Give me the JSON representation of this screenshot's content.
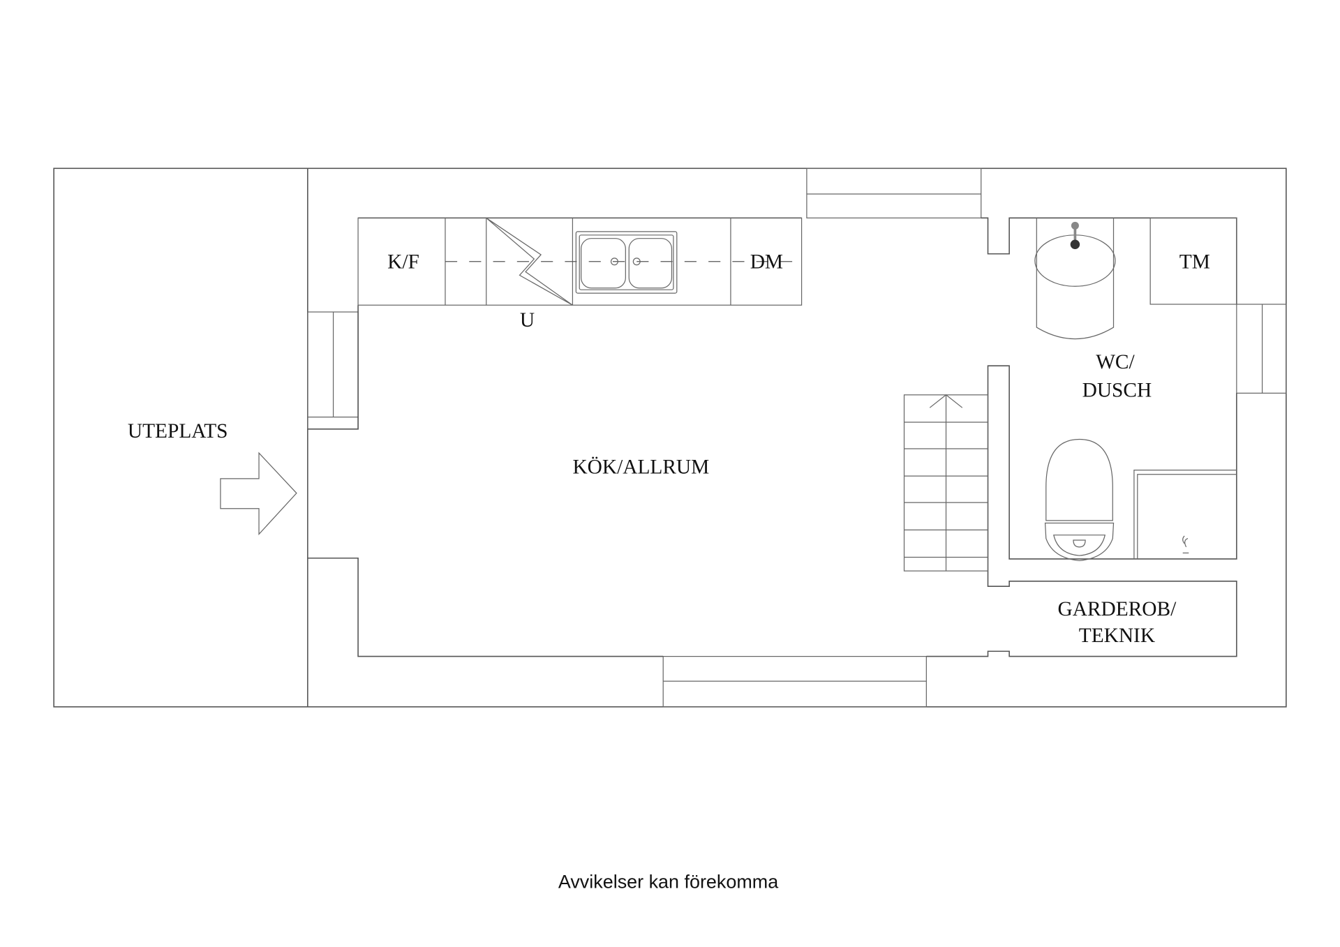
{
  "floorplan": {
    "rooms": {
      "uteplats": "UTEPLATS",
      "kok_allrum": "KÖK/ALLRUM",
      "wc_dusch_line1": "WC/",
      "wc_dusch_line2": "DUSCH",
      "garderob_line1": "GARDEROB/",
      "garderob_line2": "TEKNIK"
    },
    "appliances": {
      "fridge_freezer": "K/F",
      "oven": "U",
      "dishwasher": "DM",
      "washing_machine": "TM"
    },
    "icons": [
      "entrance-arrow-icon",
      "sink-icon",
      "stove-icon",
      "washbasin-icon",
      "toilet-icon",
      "shower-icon",
      "stairs-icon"
    ],
    "line_color": "#555555",
    "background": "#ffffff"
  },
  "footer": {
    "disclaimer": "Avvikelser kan förekomma"
  }
}
